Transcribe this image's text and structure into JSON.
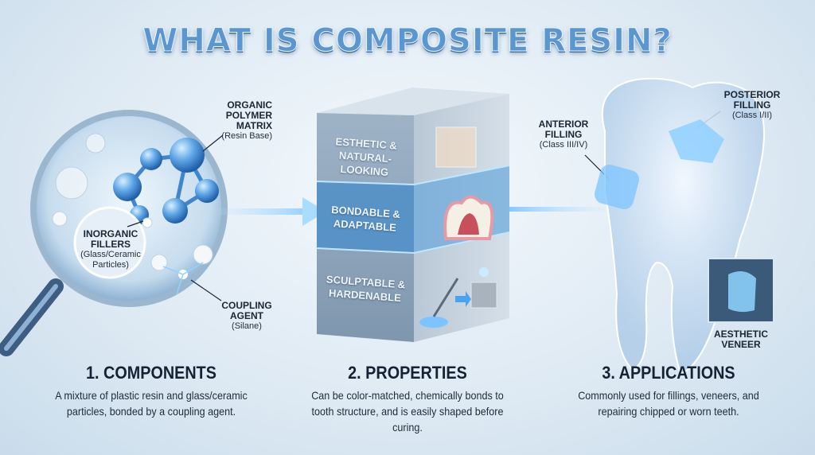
{
  "title": "WHAT IS COMPOSITE RESIN?",
  "components_diagram": {
    "organic": {
      "title": "ORGANIC POLYMER MATRIX",
      "sub": "(Resin Base)"
    },
    "inorganic": {
      "title": "INORGANIC FILLERS",
      "sub": "(Glass/Ceramic Particles)"
    },
    "coupling": {
      "title": "COUPLING AGENT",
      "sub": "(Silane)"
    }
  },
  "properties_cube": [
    "ESTHETIC & NATURAL-LOOKING",
    "BONDABLE & ADAPTABLE",
    "SCULPTABLE & HARDENABLE"
  ],
  "applications_diagram": {
    "anterior": {
      "title": "ANTERIOR FILLING",
      "sub": "(Class III/IV)"
    },
    "posterior": {
      "title": "POSTERIOR FILLING",
      "sub": "(Class I/II)"
    },
    "veneer": {
      "title": "AESTHETIC VENEER"
    }
  },
  "sections": [
    {
      "heading": "1. COMPONENTS",
      "desc": "A mixture of plastic resin and glass/ceramic particles, bonded by a coupling agent."
    },
    {
      "heading": "2. PROPERTIES",
      "desc": "Can be color-matched, chemically bonds to tooth structure, and is easily shaped before curing."
    },
    {
      "heading": "3. APPLICATIONS",
      "desc": "Commonly used for fillings, veneers, and repairing chipped or worn teeth."
    }
  ],
  "colors": {
    "accent": "#5a96cf",
    "dark_text": "#152233",
    "glow": "#7cc4ff"
  }
}
